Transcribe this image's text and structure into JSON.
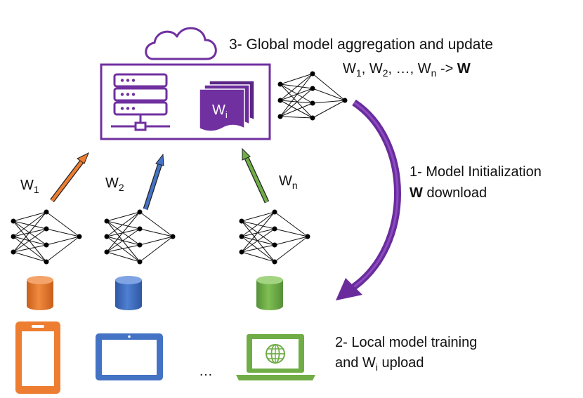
{
  "steps": {
    "aggregation": {
      "title": "3- Global model aggregation and update",
      "formula": {
        "w1": "W",
        "w1_sub": "1",
        "sep1": ", ",
        "w2": "W",
        "w2_sub": "2",
        "sep2": ", …, ",
        "wn": "W",
        "wn_sub": "n",
        "arrow": " -> ",
        "result": "W"
      }
    },
    "initialization": {
      "line1": "1- Model Initialization",
      "line2_bold": "W",
      "line2_rest": " download"
    },
    "local_training": {
      "line1": "2- Local model training",
      "line2_pre": "and W",
      "line2_sub": "i",
      "line2_post": " upload"
    }
  },
  "server": {
    "weights_label": "W",
    "weights_sub": "i"
  },
  "clients": [
    {
      "weight": "W",
      "weight_sub": "1",
      "device": "smartphone",
      "color": "#ED7D31"
    },
    {
      "weight": "W",
      "weight_sub": "2",
      "device": "tablet",
      "color": "#4472C4"
    },
    {
      "weight": "W",
      "weight_sub": "n",
      "device": "laptop",
      "color": "#70AD47"
    }
  ],
  "ellipsis": "…",
  "colors": {
    "server_purple": "#7030A0",
    "cycle_arrow": "#6A2C9C",
    "orange": "#ED7D31",
    "blue": "#4472C4",
    "green": "#70AD47"
  },
  "icons": [
    "cloud-icon",
    "server-rack-icon",
    "weights-document-icon",
    "neural-network-icon",
    "database-icon",
    "smartphone-icon",
    "tablet-icon",
    "laptop-icon",
    "globe-icon"
  ]
}
